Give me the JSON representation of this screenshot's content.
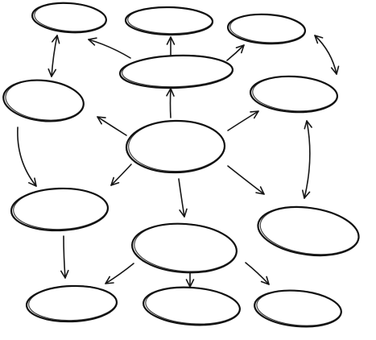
{
  "diagram": {
    "style": "hand-drawn",
    "background": "#ffffff",
    "stroke_color": "#111111",
    "nodes": [
      {
        "id": "top-left",
        "label": ""
      },
      {
        "id": "top-middle",
        "label": ""
      },
      {
        "id": "top-right",
        "label": ""
      },
      {
        "id": "upper-center",
        "label": ""
      },
      {
        "id": "left-middle",
        "label": ""
      },
      {
        "id": "right-upper",
        "label": ""
      },
      {
        "id": "central",
        "label": ""
      },
      {
        "id": "left-lower",
        "label": ""
      },
      {
        "id": "right-lower",
        "label": ""
      },
      {
        "id": "lower-center",
        "label": ""
      },
      {
        "id": "bottom-left",
        "label": ""
      },
      {
        "id": "bottom-middle",
        "label": ""
      },
      {
        "id": "bottom-right",
        "label": ""
      }
    ],
    "edges": [
      {
        "from": "top-left",
        "to": "left-middle",
        "direction": "both"
      },
      {
        "from": "upper-center",
        "to": "top-left",
        "direction": "forward"
      },
      {
        "from": "upper-center",
        "to": "top-middle",
        "direction": "forward"
      },
      {
        "from": "upper-center",
        "to": "top-right",
        "direction": "forward"
      },
      {
        "from": "top-right",
        "to": "right-upper",
        "direction": "both"
      },
      {
        "from": "central",
        "to": "upper-center",
        "direction": "forward"
      },
      {
        "from": "central",
        "to": "left-middle",
        "direction": "forward"
      },
      {
        "from": "central",
        "to": "right-upper",
        "direction": "forward"
      },
      {
        "from": "central",
        "to": "left-lower",
        "direction": "forward"
      },
      {
        "from": "central",
        "to": "lower-center",
        "direction": "forward"
      },
      {
        "from": "central",
        "to": "right-lower",
        "direction": "forward"
      },
      {
        "from": "left-middle",
        "to": "left-lower",
        "direction": "forward"
      },
      {
        "from": "right-upper",
        "to": "right-lower",
        "direction": "both"
      },
      {
        "from": "left-lower",
        "to": "bottom-left",
        "direction": "forward"
      },
      {
        "from": "lower-center",
        "to": "bottom-left",
        "direction": "forward"
      },
      {
        "from": "lower-center",
        "to": "bottom-middle",
        "direction": "forward"
      },
      {
        "from": "lower-center",
        "to": "bottom-right",
        "direction": "forward"
      }
    ]
  }
}
